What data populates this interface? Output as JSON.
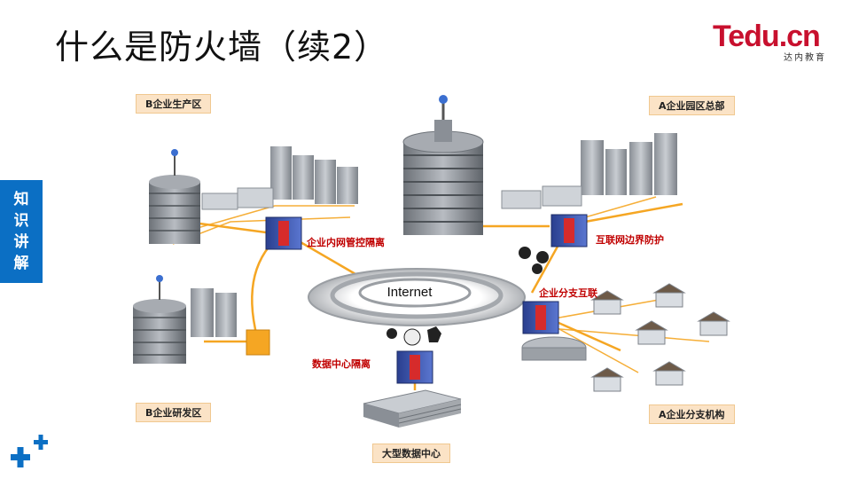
{
  "slide": {
    "title": "什么是防火墙（续2）",
    "side_tab": [
      "知",
      "识",
      "讲",
      "解"
    ]
  },
  "logo": {
    "text": "Tedu.cn",
    "subtitle": "达内教育"
  },
  "zones": {
    "b_production": "B企业生产区",
    "a_headquarters": "A企业园区总部",
    "b_rnd": "B企业研发区",
    "a_branch": "A企业分支机构",
    "datacenter": "大型数据中心"
  },
  "callouts": {
    "intranet_control": "企业内网管控隔离",
    "internet_border": "互联网边界防护",
    "branch_interconnect": "企业分支互联",
    "datacenter_isolation": "数据中心隔离"
  },
  "internet_label": "Internet",
  "colors": {
    "accent": "#0b6fc4",
    "alert": "#c00000",
    "link": "#f5a623",
    "brand": "#c8102e"
  }
}
